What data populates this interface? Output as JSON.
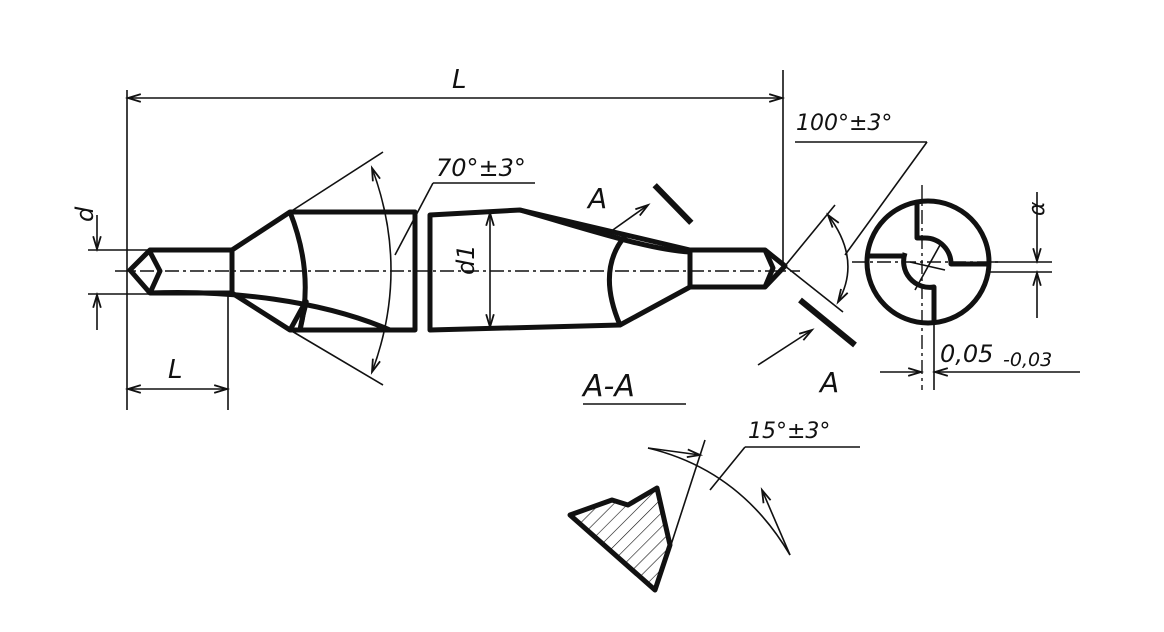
{
  "labels": {
    "overall_length": "L",
    "pilot_length": "L",
    "pilot_diameter": "d",
    "body_diameter": "d1",
    "angle_70": "70°±3°",
    "angle_100": "100°±3°",
    "angle_15": "15°±3°",
    "section_mark_top": "A",
    "section_mark_bottom": "A",
    "section_title": "A-A",
    "web_offset": "α",
    "web_thickness": "0,05",
    "web_tolerance": "-0,03"
  }
}
